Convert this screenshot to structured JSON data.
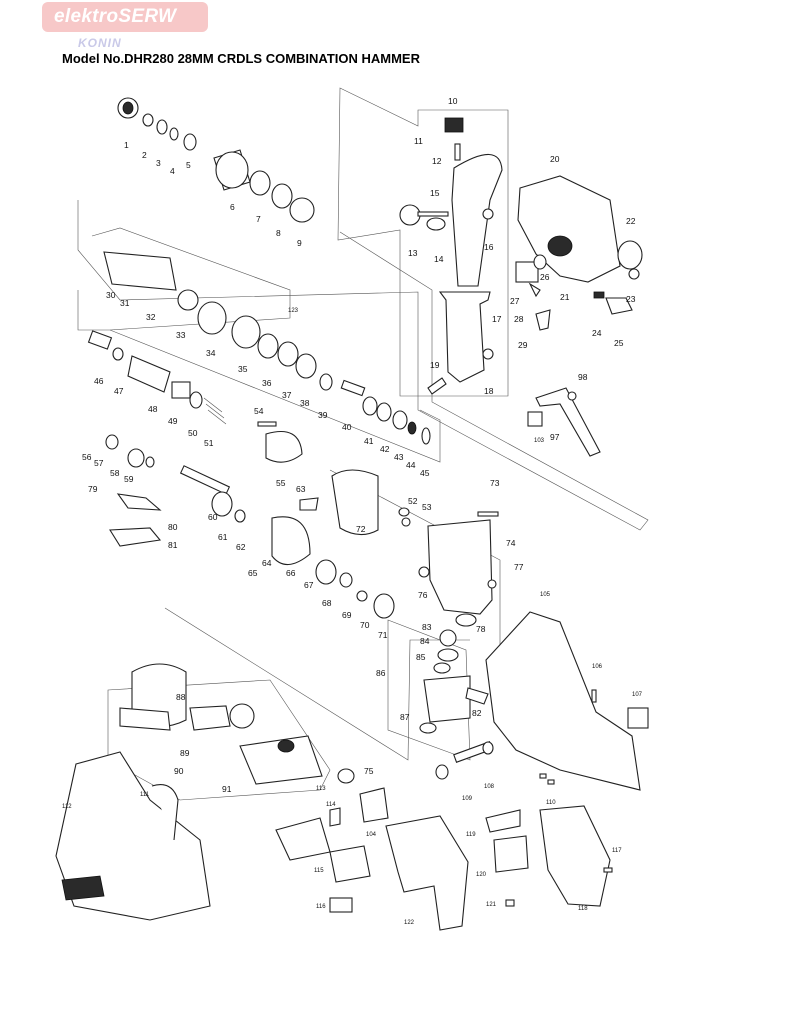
{
  "logo": {
    "brand": "elektroSERW",
    "city": "KONIN"
  },
  "title": "Model No.DHR280 28MM CRDLS COMBINATION HAMMER",
  "part_numbers": [
    "1",
    "2",
    "3",
    "4",
    "5",
    "6",
    "7",
    "8",
    "9",
    "10",
    "11",
    "12",
    "13",
    "14",
    "15",
    "16",
    "17",
    "18",
    "19",
    "20",
    "21",
    "22",
    "23",
    "24",
    "25",
    "26",
    "27",
    "28",
    "29",
    "30",
    "31",
    "32",
    "33",
    "34",
    "35",
    "36",
    "37",
    "38",
    "39",
    "40",
    "41",
    "42",
    "43",
    "44",
    "45",
    "46",
    "47",
    "48",
    "49",
    "50",
    "51",
    "52",
    "53",
    "54",
    "55",
    "56",
    "57",
    "58",
    "59",
    "60",
    "61",
    "62",
    "63",
    "64",
    "65",
    "66",
    "67",
    "68",
    "69",
    "70",
    "71",
    "72",
    "73",
    "74",
    "75",
    "76",
    "77",
    "78",
    "79",
    "80",
    "81",
    "82",
    "83",
    "84",
    "85",
    "86",
    "87",
    "88",
    "89",
    "90",
    "91",
    "97",
    "98",
    "103",
    "104",
    "105",
    "106",
    "107",
    "108",
    "109",
    "110",
    "111",
    "112",
    "113",
    "114",
    "115",
    "116",
    "117",
    "118",
    "119",
    "120",
    "121",
    "122",
    "123"
  ]
}
